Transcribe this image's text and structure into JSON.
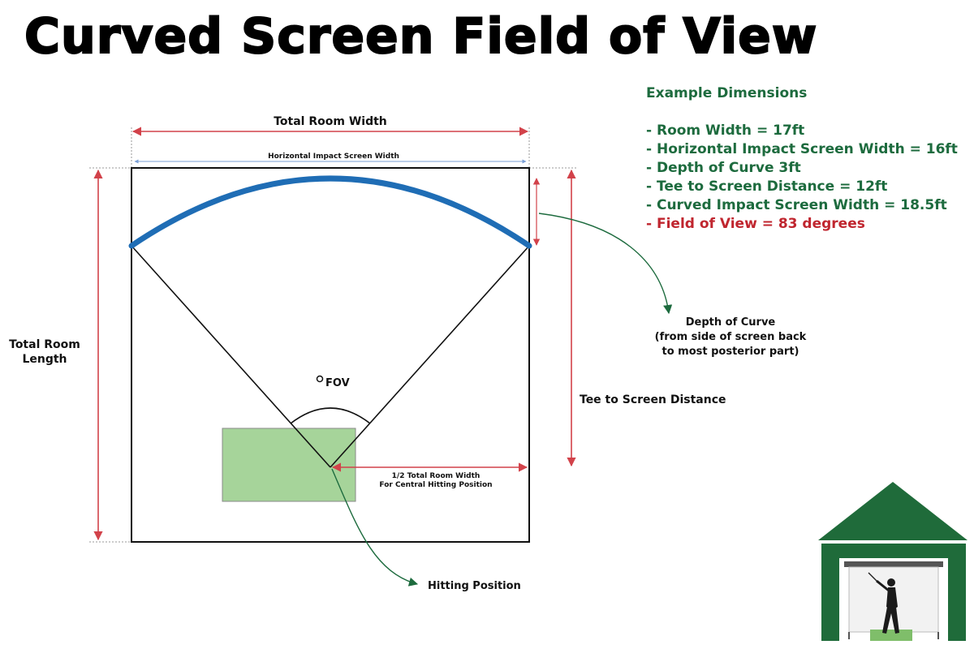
{
  "title": "Curved Screen Field of View",
  "example": {
    "heading": "Example Dimensions",
    "items": [
      {
        "text": "- Room Width = 17ft",
        "emphasis": false
      },
      {
        "text": "- Horizontal Impact Screen Width = 16ft",
        "emphasis": false
      },
      {
        "text": "- Depth of Curve 3ft",
        "emphasis": false
      },
      {
        "text": "- Tee to Screen Distance = 12ft",
        "emphasis": false
      },
      {
        "text": "- Curved Impact Screen Width = 18.5ft",
        "emphasis": false
      },
      {
        "text": "- Field of View = 83 degrees",
        "emphasis": true
      }
    ]
  },
  "diagram": {
    "total_room_width": "Total Room Width",
    "horizontal_screen_width": "Horizontal Impact Screen Width",
    "total_room_length_line1": "Total Room",
    "total_room_length_line2": "Length",
    "tee_to_screen": "Tee to Screen Distance",
    "depth_line1": "Depth of Curve",
    "depth_line2": "(from side of screen back",
    "depth_line3": "to most posterior part)",
    "fov_label": "FOV",
    "half_width_line1": "1/2 Total Room Width",
    "half_width_line2": "For Central Hitting Position",
    "hitting_position": "Hitting Position"
  },
  "colors": {
    "arrow_red": "#d2424a",
    "arrow_blue": "#7a9fd6",
    "screen_blue": "#1f6db5",
    "green_dark": "#1d6b3e",
    "mat_green": "#a6d49a",
    "dims_red": "#c0262f"
  },
  "icons": [
    "golf-simulator-house-icon",
    "golfer-silhouette-icon"
  ]
}
